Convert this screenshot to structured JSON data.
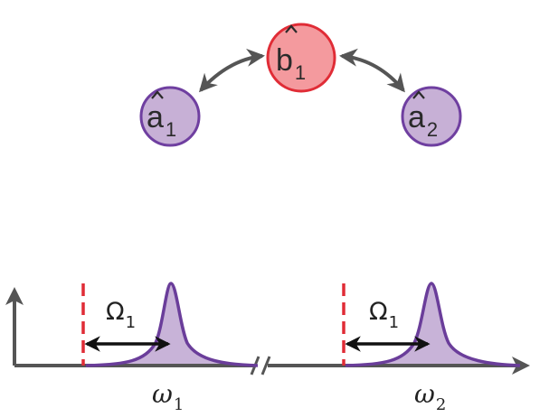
{
  "modes": [
    {
      "id": "b1",
      "symbol": "b",
      "subscript": "1",
      "fill": "#f49a9e",
      "stroke": "#e02c36"
    },
    {
      "id": "a1",
      "symbol": "a",
      "subscript": "1",
      "fill": "#c7b0d6",
      "stroke": "#6f3fa0"
    },
    {
      "id": "a2",
      "symbol": "a",
      "subscript": "2",
      "fill": "#c7b0d6",
      "stroke": "#6f3fa0"
    }
  ],
  "couplings": [
    {
      "from": "a1",
      "to": "b1"
    },
    {
      "from": "b1",
      "to": "a2"
    }
  ],
  "spectrum": {
    "peaks": [
      {
        "label": "ω",
        "subscript": "1"
      },
      {
        "label": "ω",
        "subscript": "2"
      }
    ],
    "detuning": {
      "label": "Ω",
      "subscript": "1"
    },
    "colors": {
      "peak_fill": "#c8b3d8",
      "peak_stroke": "#6a3d9a",
      "drive_line": "#e02c36",
      "axis": "#555555",
      "arrow": "#111111",
      "coupling_arrow": "#555555"
    }
  }
}
